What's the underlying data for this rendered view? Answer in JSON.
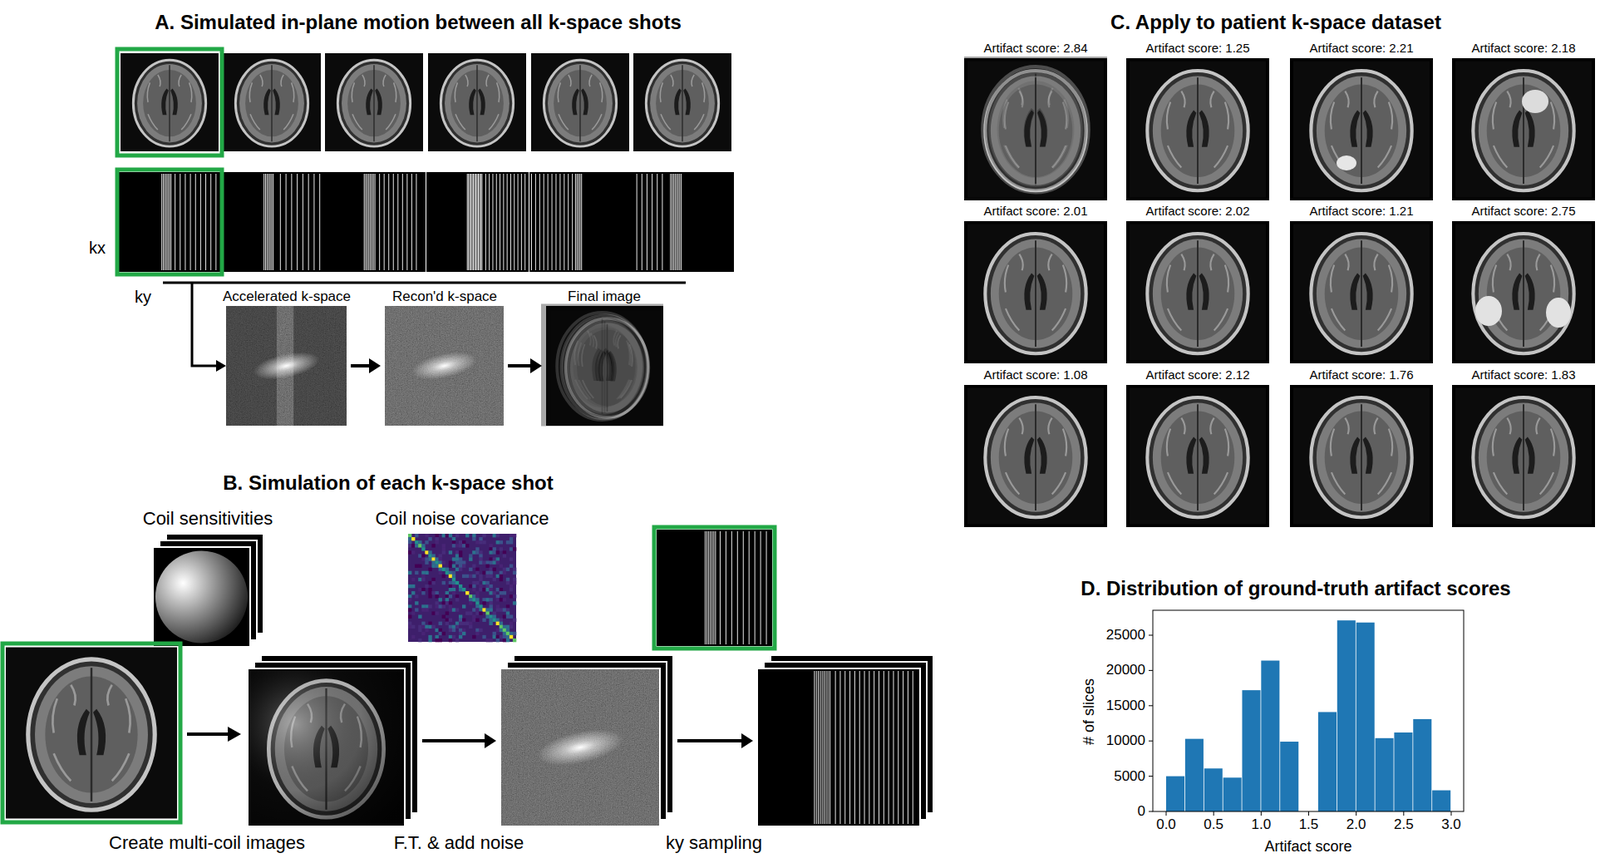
{
  "diagram": {
    "nodes": [
      {
        "text": [
          "Accelerated k-space"
        ]
      },
      {
        "text": [
          "Recon'd k-space"
        ]
      },
      {
        "text": [
          "Final image"
        ]
      },
      {
        "text": [
          "Create multi-coil images"
        ]
      },
      {
        "text": [
          "F.T. & add noise"
        ]
      },
      {
        "text": [
          "ky sampling"
        ]
      }
    ],
    "edges": [
      {
        "from": 0,
        "to": 1,
        "arrow": "to"
      },
      {
        "from": 1,
        "to": 2,
        "arrow": "to"
      },
      {
        "from": 3,
        "to": 4,
        "arrow": "to"
      },
      {
        "from": 4,
        "to": 5,
        "arrow": "to"
      }
    ],
    "labels": [
      "A. Simulated in-plane motion between all k-space shots",
      "kx",
      "ky",
      "B. Simulation of each k-space shot",
      "Coil sensitivities",
      "Coil noise covariance",
      "C. Apply to patient k-space dataset",
      "Artifact score: 2.84",
      "Artifact score: 1.25",
      "Artifact score: 2.21",
      "Artifact score: 2.18",
      "Artifact score: 2.01",
      "Artifact score: 2.02",
      "Artifact score: 1.21",
      "Artifact score: 2.75",
      "Artifact score: 1.08",
      "Artifact score: 2.12",
      "Artifact score: 1.76",
      "Artifact score: 1.83",
      "D. Distribution of ground-truth artifact scores",
      "# of slices",
      "Artifact score",
      "0",
      "5000",
      "10000",
      "15000",
      "20000",
      "25000",
      "0.0",
      "0.5",
      "1.0",
      "1.5",
      "2.0",
      "2.5",
      "3.0"
    ]
  }
}
